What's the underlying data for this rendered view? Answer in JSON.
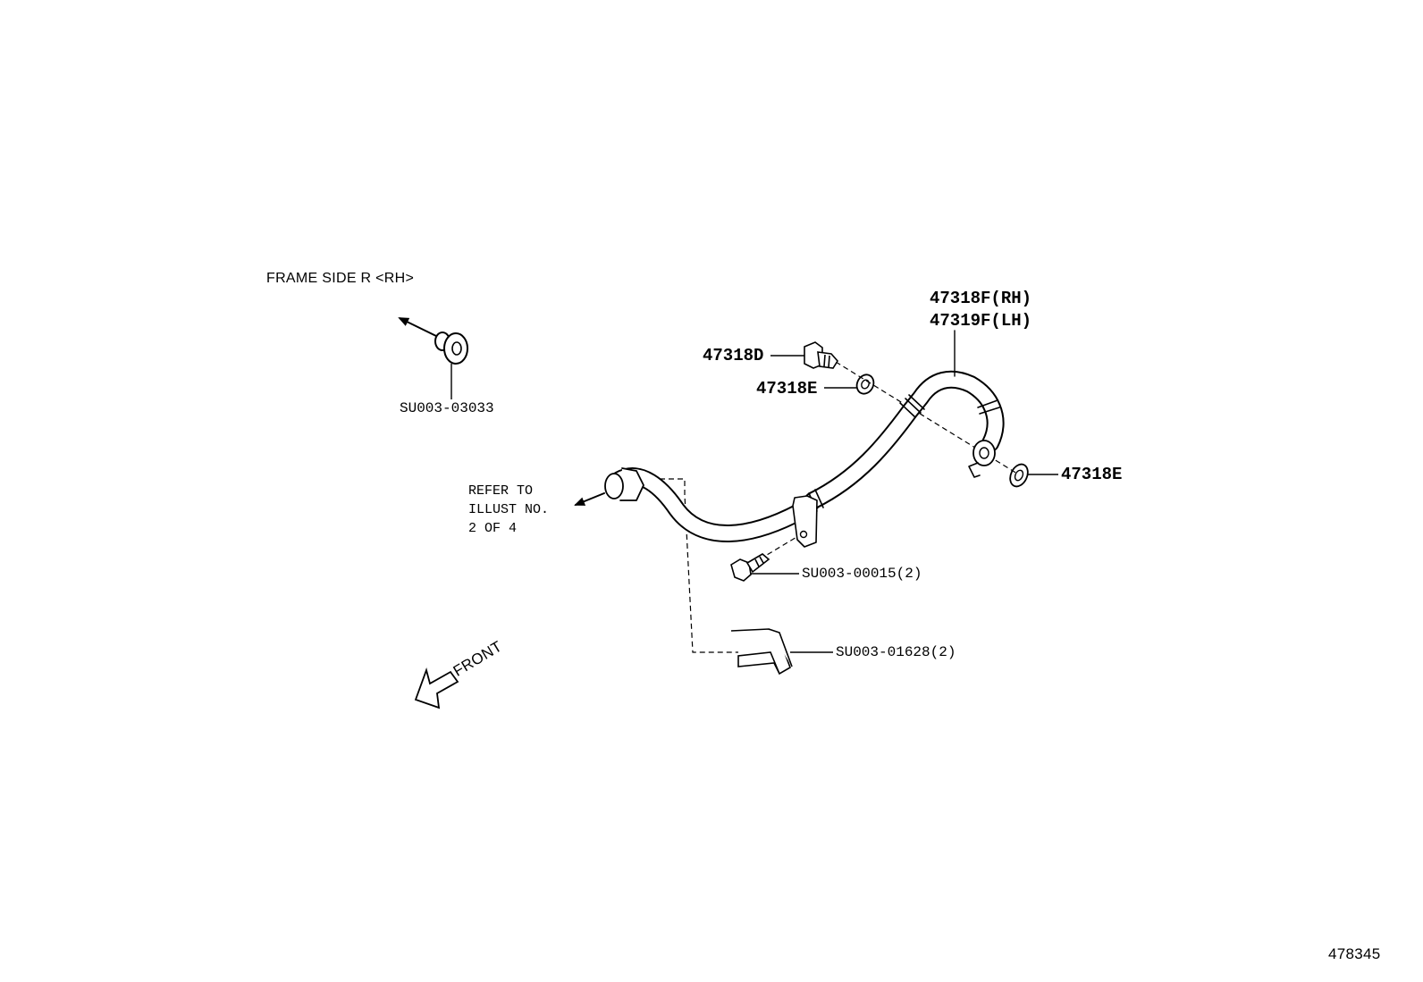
{
  "labels": {
    "frame_side": "FRAME SIDE R <RH>",
    "grommet": "SU003-03033",
    "hose_rh": "47318F(RH)",
    "hose_lh": "47319F(LH)",
    "union_bolt": "47318D",
    "gasket_upper": "47318E",
    "gasket_lower": "47318E",
    "refer_line1": "REFER TO",
    "refer_line2": "ILLUST NO.",
    "refer_line3": "2 OF 4",
    "bracket_bolt": "SU003-00015(2)",
    "clip": "SU003-01628(2)",
    "front": "FRONT",
    "illust_number": "478345"
  },
  "colors": {
    "line": "#000000",
    "background": "#ffffff"
  },
  "icons": {
    "front_arrow": "front-direction-arrow-icon",
    "leader_arrow": "arrowhead-icon"
  }
}
